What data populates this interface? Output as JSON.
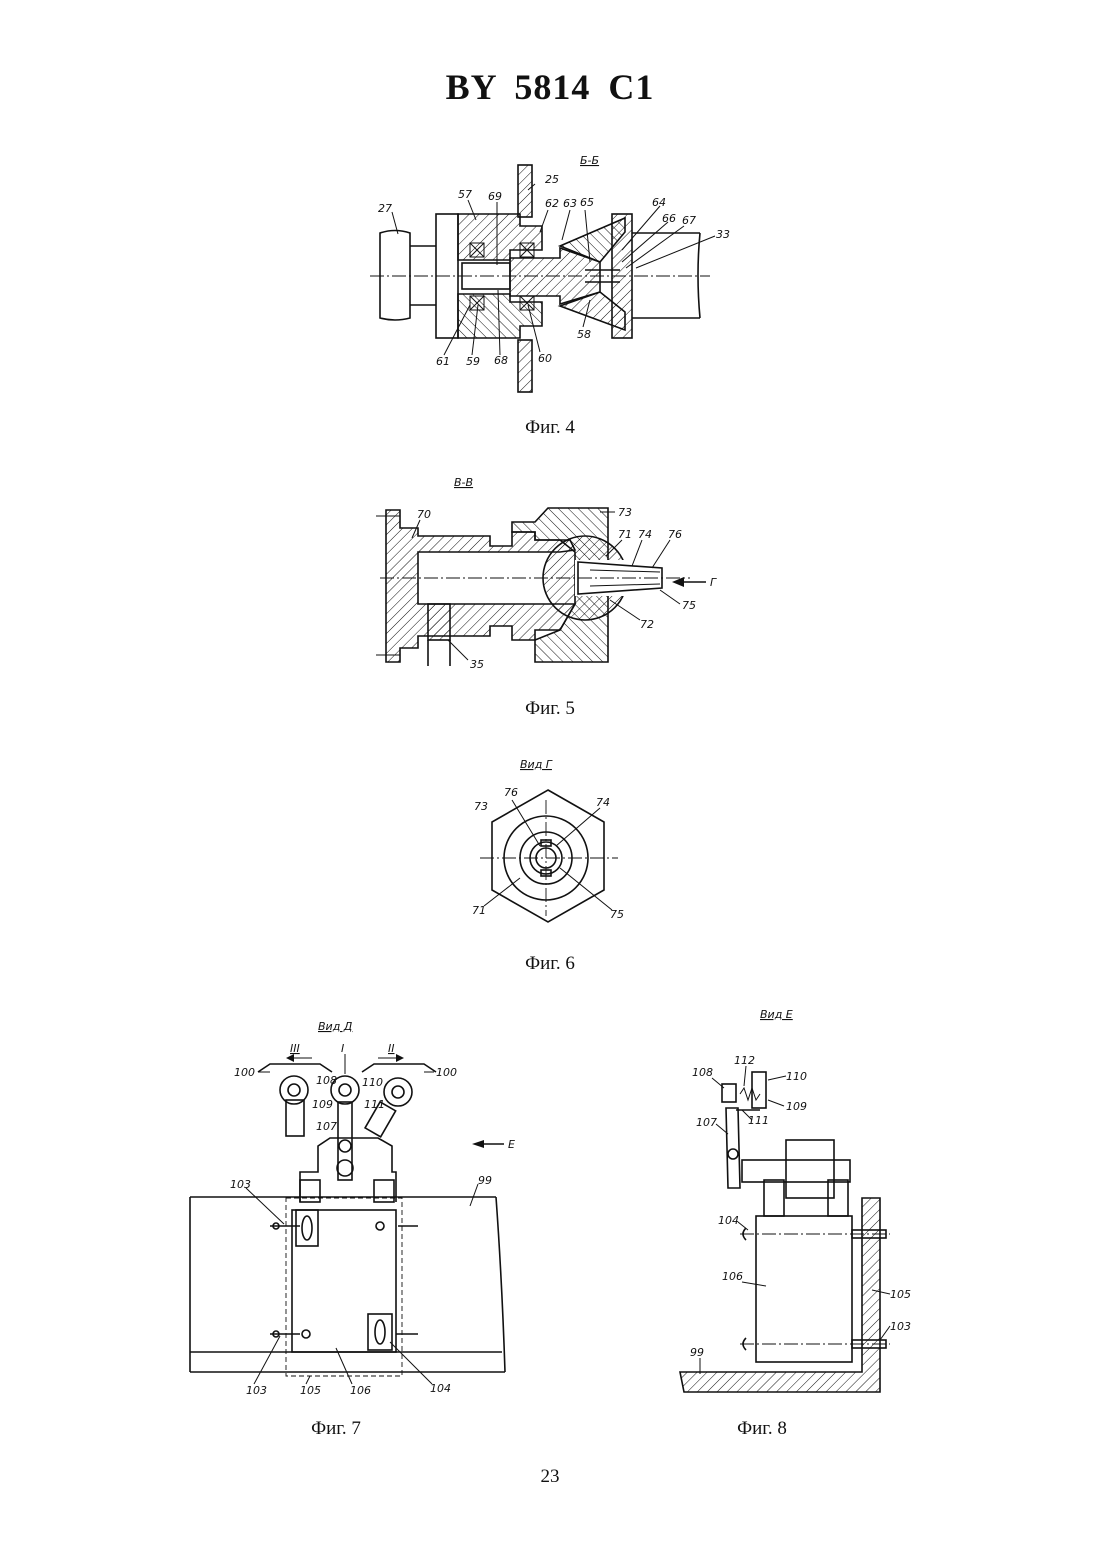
{
  "header": "BY 5814 C1",
  "page_number": "23",
  "figures": [
    {
      "caption": "Фиг. 4",
      "section": "Б-Б",
      "labels": [
        "25",
        "57",
        "69",
        "62",
        "63",
        "65",
        "64",
        "66",
        "67",
        "27",
        "33",
        "61",
        "59",
        "68",
        "60",
        "58"
      ]
    },
    {
      "caption": "Фиг. 5",
      "section": "В-В",
      "labels": [
        "70",
        "73",
        "71",
        "74",
        "76",
        "Г",
        "75",
        "72",
        "35"
      ]
    },
    {
      "caption": "Фиг. 6",
      "section": "Вид Г",
      "labels": [
        "73",
        "76",
        "74",
        "71",
        "75"
      ]
    },
    {
      "caption": "Фиг. 7",
      "section": "Вид Д",
      "labels": [
        "III",
        "I",
        "II",
        "100",
        "100",
        "108",
        "110",
        "109",
        "111",
        "107",
        "Е",
        "103",
        "99",
        "103",
        "105",
        "106",
        "104"
      ]
    },
    {
      "caption": "Фиг. 8",
      "section": "Вид Е",
      "labels": [
        "112",
        "108",
        "110",
        "109",
        "111",
        "107",
        "104",
        "106",
        "105",
        "103",
        "99"
      ]
    }
  ]
}
